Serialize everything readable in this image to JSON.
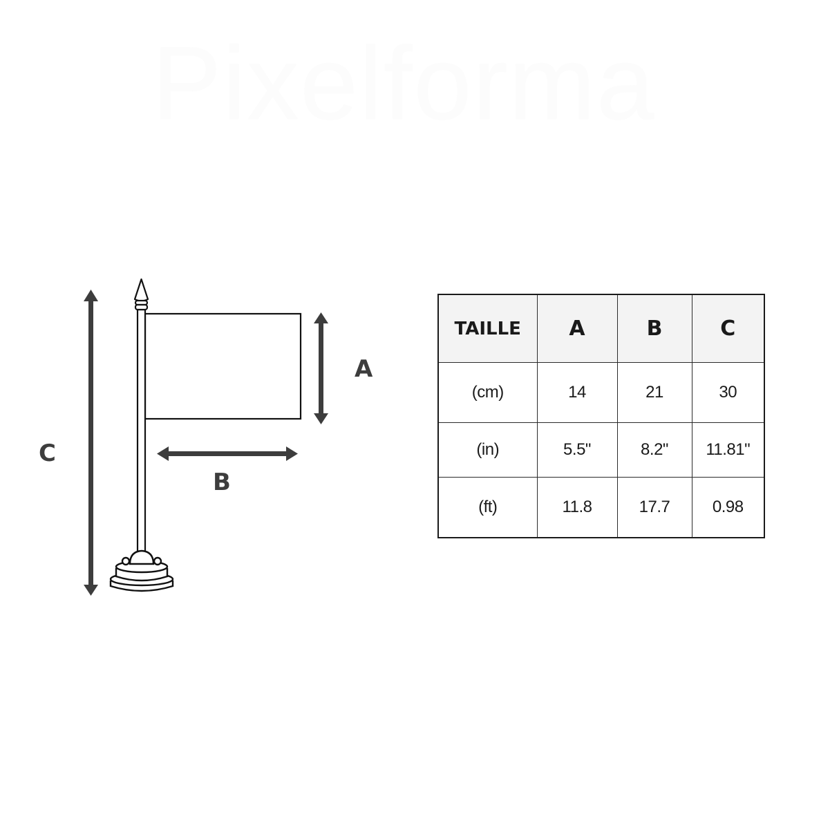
{
  "watermark": {
    "text": "Pixelforma"
  },
  "diagram": {
    "labels": {
      "a": "A",
      "b": "B",
      "c": "C"
    },
    "icons": [
      "flag-icon",
      "double-arrow-vertical-icon",
      "double-arrow-horizontal-icon"
    ],
    "arrow_color": "#3d3d3d",
    "outline_color": "#111111"
  },
  "table": {
    "headers": [
      "TAILLE",
      "A",
      "B",
      "C"
    ],
    "rows": [
      {
        "unit": "(cm)",
        "a": "14",
        "b": "21",
        "c": "30"
      },
      {
        "unit": "(in)",
        "a": "5.5\"",
        "b": "8.2\"",
        "c": "11.81\""
      },
      {
        "unit": "(ft)",
        "a": "11.8",
        "b": "17.7",
        "c": "0.98"
      }
    ],
    "header_bg": "#f3f3f3",
    "border_color": "#1a1a1a"
  }
}
